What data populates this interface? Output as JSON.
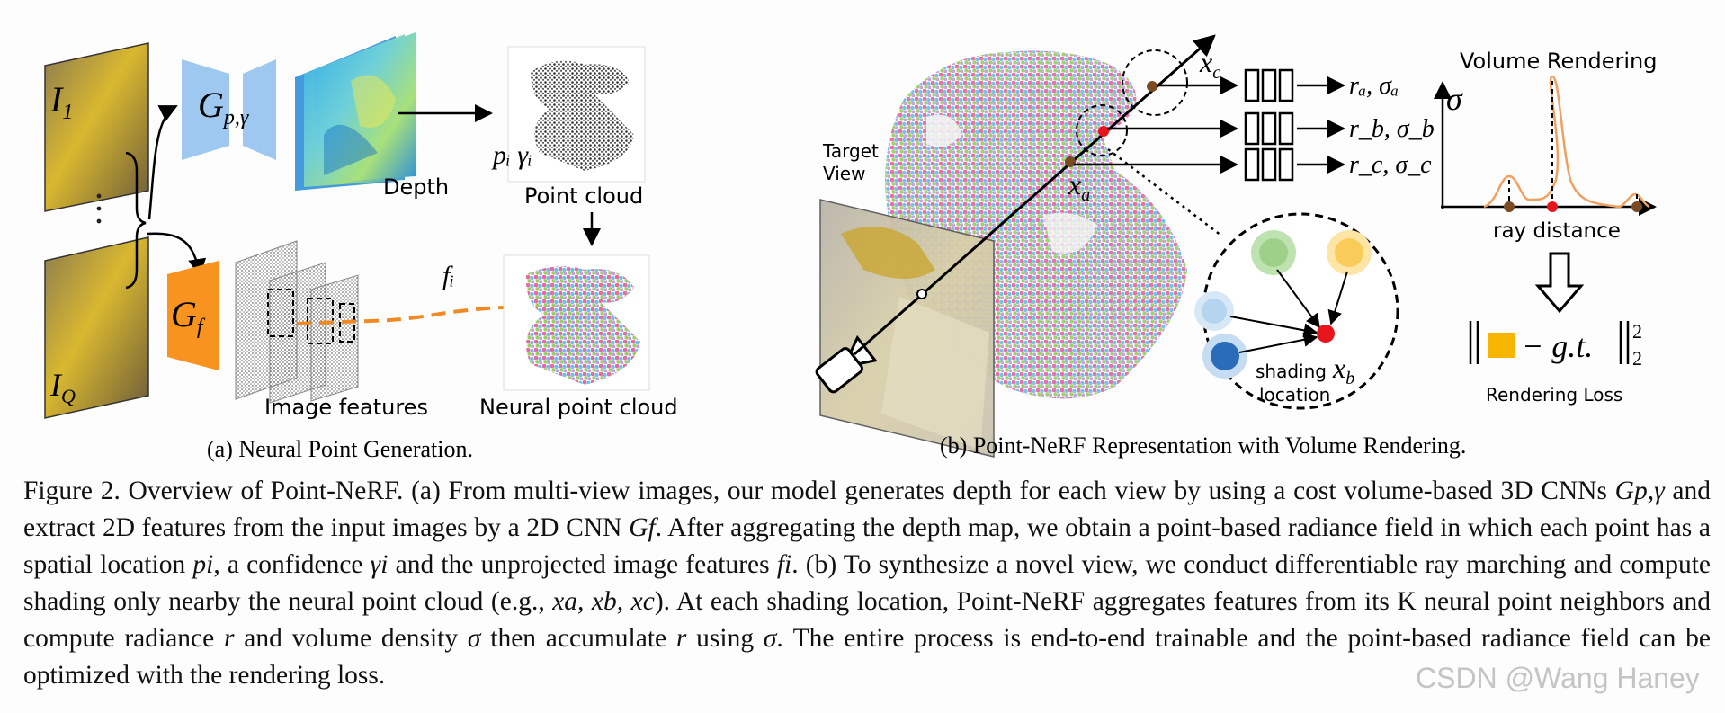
{
  "panel_a": {
    "label_i1": "I",
    "label_i1_sub": "1",
    "label_iq": "I",
    "label_iq_sub": "Q",
    "gp_label": "G",
    "gp_sub": "p,γ",
    "gf_label": "G",
    "gf_sub": "f",
    "depth": "Depth",
    "point_cloud": "Point cloud",
    "pi_gamma": "pᵢ γᵢ",
    "fi": "fᵢ",
    "image_features": "Image features",
    "neural_point_cloud": "Neural point cloud",
    "subcaption": "(a) Neural Point Generation."
  },
  "panel_b": {
    "target_view_line1": "Target",
    "target_view_line2": "View",
    "xc": "xc",
    "xa": "xa",
    "out_a": "rₐ, σₐ",
    "out_b": "r_b, σ_b",
    "out_c": "r_c, σ_c",
    "shading": "shading",
    "location": "location",
    "xb": "xb",
    "volume_rendering": "Volume Rendering",
    "sigma": "σ",
    "ray_distance": "ray distance",
    "loss_formula": "− g.t.",
    "loss_norm_sup": "2",
    "loss_norm_sub": "2",
    "rendering_loss": "Rendering Loss",
    "subcaption": "(b) Point-NeRF Representation with Volume Rendering."
  },
  "caption": {
    "label": "Figure 2.",
    "s1": " Overview of Point-NeRF. (a) From multi-view images, our model generates depth for each view by using a cost volume-based 3D CNNs ",
    "m1": "Gp,γ",
    "s2": " and extract 2D features from the input images by a 2D CNN ",
    "m2": "Gf",
    "s3": ". After aggregating the depth map, we obtain a point-based radiance field in which each point has a spatial location ",
    "m3": "pi",
    "s4": ", a confidence ",
    "m4": "γi",
    "s5": " and the unprojected image features ",
    "m5": "fi",
    "s6": ". (b) To synthesize a novel view, we conduct differentiable ray marching and compute shading only nearby the neural point cloud (e.g., ",
    "m6": "xa, xb, xc",
    "s7": "). At each shading location, Point-NeRF aggregates features from its K neural point neighbors and compute radiance ",
    "m7": "r",
    "s8": " and volume density ",
    "m8": "σ",
    "s9": " then accumulate ",
    "m9": "r",
    "s10": " using ",
    "m10": "σ",
    "s11": ". The entire process is end-to-end trainable and the point-based radiance field can be optimized with the rendering loss."
  },
  "watermark": "CSDN @Wang Haney",
  "colors": {
    "gp_blue": "#9ec8f0",
    "gf_orange": "#f7931e",
    "feature_arrow": "#f08a24",
    "red_point": "#e8141c",
    "brown_point": "#7a4a22",
    "curve": "#f0a060",
    "loss_square": "#f7b500"
  }
}
